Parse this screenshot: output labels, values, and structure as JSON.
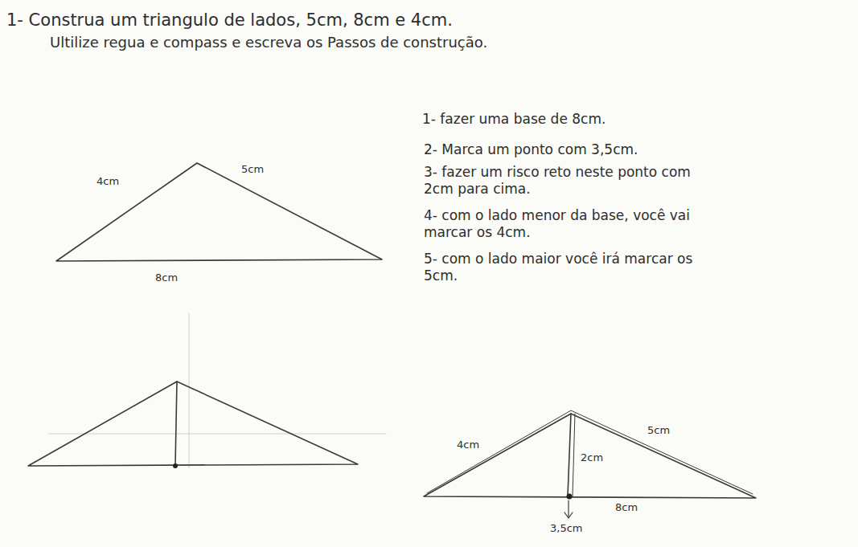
{
  "diagram": {
    "title": "1- Construa um triangulo de lados, 5cm, 8cm e 4cm.",
    "labels": [
      "Ultilize regua e compass e escreva os Passos de construção.",
      "1- fazer uma base de 8cm.",
      "2- Marca um ponto com 3,5cm.",
      "3- fazer um risco reto neste ponto com 2cm para cima.",
      "4- com o lado menor da base, você vai marcar os 4cm.",
      "5- com o lado maior você irá marcar os 5cm.",
      "4cm",
      "5cm",
      "8cm",
      "4cm",
      "5cm",
      "2cm",
      "8cm",
      "3,5cm"
    ]
  }
}
